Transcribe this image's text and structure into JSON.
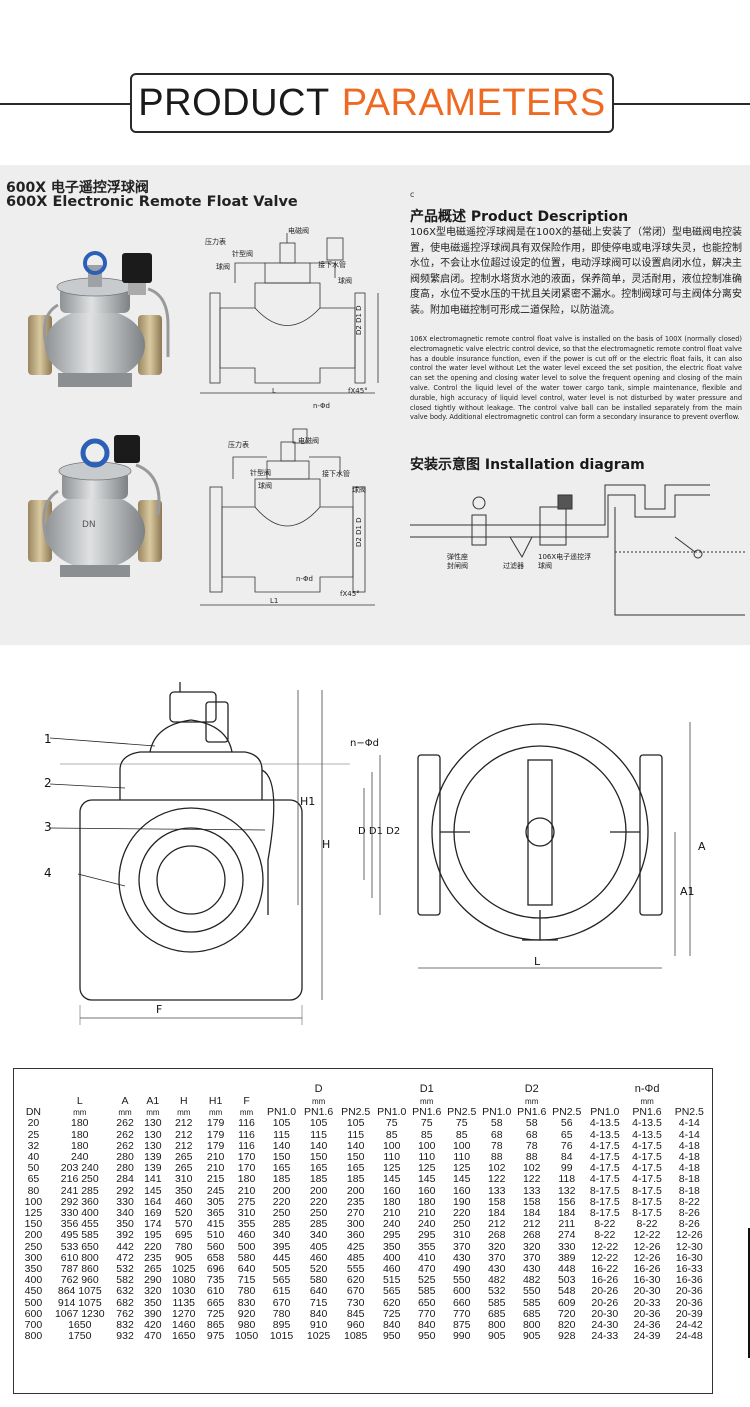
{
  "header": {
    "title_word1": "PRODUCT",
    "title_word2": "PARAMETERS"
  },
  "panel": {
    "title_cn": "600X 电子遥控浮球阀",
    "title_en": "600X Electronic Remote Float Valve",
    "corner_mark": "c",
    "description_heading": "产品概述 Product Description",
    "description_cn": "106X型电磁遥控浮球阀是在100X的基础上安装了（常闭）型电磁阀电控装置，使电磁遥控浮球阀具有双保险作用，即使停电或电浮球失灵，也能控制水位，不会让水位超过设定的位置，电动浮球阀可以设置启闭水位，解决主阀频繁启闭。控制水塔货水池的液面，保养简单，灵活耐用，液位控制准确度高，水位不受水压的干扰且关闭紧密不漏水。控制阀球可与主阀体分离安装。附加电磁控制可形成二道保险，以防溢流。",
    "description_en": "106X electromagnetic remote control float valve is installed on the basis of 100X (normally closed) electromagnetic valve electric control device, so that the electromagnetic remote control float valve has a double insurance function, even if the power is cut off or the electric float fails, it can also control the water level without Let the water level exceed the set position, the electric float valve can set the opening and closing water level to solve the frequent opening and closing of the main valve. Control the liquid level of the water tower cargo tank, simple maintenance, flexible and durable, high accuracy of liquid level control, water level is not disturbed by water pressure and closed tightly without leakage. The control valve ball can be installed separately from the main valve body. Additional electromagnetic control can form a secondary insurance to prevent overflow.",
    "install_heading": "安装示意图 Installation diagram",
    "install_labels": [
      "弹性座封闸阀",
      "过滤器",
      "106X电子遥控浮球阀"
    ],
    "diagram_labels": {
      "pressure_gauge": "压力表",
      "needle_valve": "针型阀",
      "ball_valve": "球阀",
      "solenoid_valve": "电磁阀",
      "drain_pipe": "接下水管",
      "ball_valve_2": "球阀",
      "bolt_holes": "n-Φd",
      "chamfer": "fX45°",
      "length": "L",
      "length_1": "L1",
      "diameters": "D2 D1 D"
    }
  },
  "drawing": {
    "callouts": [
      "1",
      "2",
      "3",
      "4"
    ],
    "dim_labels": {
      "H1": "H1",
      "H": "H",
      "F": "F",
      "nd": "n−Φd",
      "D": "D D1 D2",
      "L": "L",
      "A": "A",
      "A1": "A1"
    }
  },
  "table": {
    "head_main": [
      "DN",
      "L",
      "A",
      "A1",
      "H",
      "H1",
      "F",
      "D",
      "D1",
      "D2",
      "n-Φd"
    ],
    "unit": "mm",
    "pn": [
      "PN1.0",
      "PN1.6",
      "PN2.5"
    ],
    "rows": [
      [
        "20",
        "180",
        "262",
        "130",
        "212",
        "179",
        "116",
        "105",
        "105",
        "105",
        "75",
        "75",
        "75",
        "58",
        "58",
        "56",
        "4-13.5",
        "4-13.5",
        "4-14"
      ],
      [
        "25",
        "180",
        "262",
        "130",
        "212",
        "179",
        "116",
        "115",
        "115",
        "115",
        "85",
        "85",
        "85",
        "68",
        "68",
        "65",
        "4-13.5",
        "4-13.5",
        "4-14"
      ],
      [
        "32",
        "180",
        "262",
        "130",
        "212",
        "179",
        "116",
        "140",
        "140",
        "140",
        "100",
        "100",
        "100",
        "78",
        "78",
        "76",
        "4-17.5",
        "4-17.5",
        "4-18"
      ],
      [
        "40",
        "240",
        "280",
        "139",
        "265",
        "210",
        "170",
        "150",
        "150",
        "150",
        "110",
        "110",
        "110",
        "88",
        "88",
        "84",
        "4-17.5",
        "4-17.5",
        "4-18"
      ],
      [
        "50",
        "203  240",
        "280",
        "139",
        "265",
        "210",
        "170",
        "165",
        "165",
        "165",
        "125",
        "125",
        "125",
        "102",
        "102",
        "99",
        "4-17.5",
        "4-17.5",
        "4-18"
      ],
      [
        "65",
        "216  250",
        "284",
        "141",
        "310",
        "215",
        "180",
        "185",
        "185",
        "185",
        "145",
        "145",
        "145",
        "122",
        "122",
        "118",
        "4-17.5",
        "4-17.5",
        "8-18"
      ],
      [
        "80",
        "241  285",
        "292",
        "145",
        "350",
        "245",
        "210",
        "200",
        "200",
        "200",
        "160",
        "160",
        "160",
        "133",
        "133",
        "132",
        "8-17.5",
        "8-17.5",
        "8-18"
      ],
      [
        "100",
        "292  360",
        "330",
        "164",
        "460",
        "305",
        "275",
        "220",
        "220",
        "235",
        "180",
        "180",
        "190",
        "158",
        "158",
        "156",
        "8-17.5",
        "8-17.5",
        "8-22"
      ],
      [
        "125",
        "330  400",
        "340",
        "169",
        "520",
        "365",
        "310",
        "250",
        "250",
        "270",
        "210",
        "210",
        "220",
        "184",
        "184",
        "184",
        "8-17.5",
        "8-17.5",
        "8-26"
      ],
      [
        "150",
        "356  455",
        "350",
        "174",
        "570",
        "415",
        "355",
        "285",
        "285",
        "300",
        "240",
        "240",
        "250",
        "212",
        "212",
        "211",
        "8-22",
        "8-22",
        "8-26"
      ],
      [
        "200",
        "495  585",
        "392",
        "195",
        "695",
        "510",
        "460",
        "340",
        "340",
        "360",
        "295",
        "295",
        "310",
        "268",
        "268",
        "274",
        "8-22",
        "12-22",
        "12-26"
      ],
      [
        "250",
        "533  650",
        "442",
        "220",
        "780",
        "560",
        "500",
        "395",
        "405",
        "425",
        "350",
        "355",
        "370",
        "320",
        "320",
        "330",
        "12-22",
        "12-26",
        "12-30"
      ],
      [
        "300",
        "610  800",
        "472",
        "235",
        "905",
        "658",
        "580",
        "445",
        "460",
        "485",
        "400",
        "410",
        "430",
        "370",
        "370",
        "389",
        "12-22",
        "12-26",
        "16-30"
      ],
      [
        "350",
        "787  860",
        "532",
        "265",
        "1025",
        "696",
        "640",
        "505",
        "520",
        "555",
        "460",
        "470",
        "490",
        "430",
        "430",
        "448",
        "16-22",
        "16-26",
        "16-33"
      ],
      [
        "400",
        "762  960",
        "582",
        "290",
        "1080",
        "735",
        "715",
        "565",
        "580",
        "620",
        "515",
        "525",
        "550",
        "482",
        "482",
        "503",
        "16-26",
        "16-30",
        "16-36"
      ],
      [
        "450",
        "864  1075",
        "632",
        "320",
        "1030",
        "610",
        "780",
        "615",
        "640",
        "670",
        "565",
        "585",
        "600",
        "532",
        "550",
        "548",
        "20-26",
        "20-30",
        "20-36"
      ],
      [
        "500",
        "914  1075",
        "682",
        "350",
        "1135",
        "665",
        "830",
        "670",
        "715",
        "730",
        "620",
        "650",
        "660",
        "585",
        "585",
        "609",
        "20-26",
        "20-33",
        "20-36"
      ],
      [
        "600",
        "1067  1230",
        "762",
        "390",
        "1270",
        "725",
        "920",
        "780",
        "840",
        "845",
        "725",
        "770",
        "770",
        "685",
        "685",
        "720",
        "20-30",
        "20-36",
        "20-39"
      ],
      [
        "700",
        "1650",
        "832",
        "420",
        "1460",
        "865",
        "980",
        "895",
        "910",
        "960",
        "840",
        "840",
        "875",
        "800",
        "800",
        "820",
        "24-30",
        "24-36",
        "24-42"
      ],
      [
        "800",
        "1750",
        "932",
        "470",
        "1650",
        "975",
        "1050",
        "1015",
        "1025",
        "1085",
        "950",
        "950",
        "990",
        "905",
        "905",
        "928",
        "24-33",
        "24-39",
        "24-48"
      ]
    ]
  },
  "colors": {
    "accent": "#ee6a22",
    "text": "#1a1a1a",
    "panel_bg": "#eeeeee",
    "valve_metal": "#b9bdc0",
    "handwheel": "#2b5fb8",
    "solenoid": "#1b1b1b"
  }
}
